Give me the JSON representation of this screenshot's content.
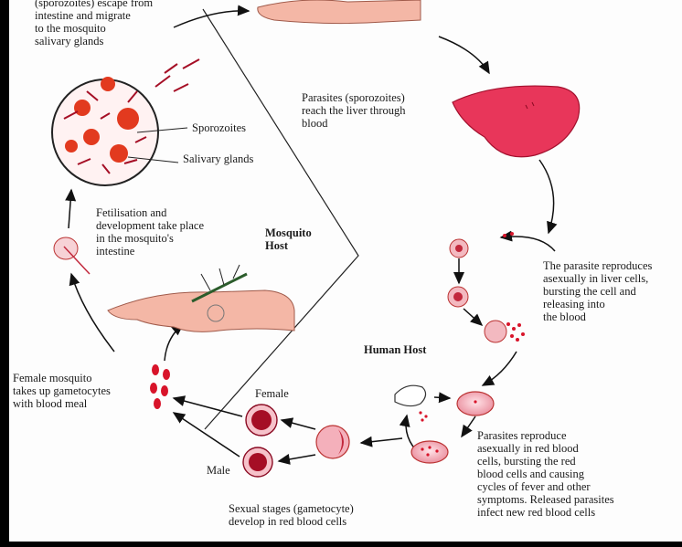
{
  "labels": {
    "top_left": "(sporozoites) escape from\nintestine and migrate\nto the mosquito\nsalivary glands",
    "sporozoites": "Sporozoites",
    "salivary_glands": "Salivary glands",
    "liver": "Parasites (sporozoites)\nreach the liver through\nblood",
    "fertilisation": "Fetilisation and\ndevelopment take place\nin the mosquito's\nintestine",
    "mosquito_host": "Mosquito\nHost",
    "liver_cells": "The parasite reproduces\nasexually in liver cells,\nbursting the cell and\nreleasing into\nthe blood",
    "human_host": "Human Host",
    "female_mosquito": "Female mosquito\ntakes up gametocytes\nwith blood meal",
    "female": "Female",
    "male": "Male",
    "red_blood": "Parasites reproduce\nasexually in red blood\ncells, bursting the red\nblood cells and causing\ncycles of fever and other\nsymptoms. Released parasites\ninfect new red blood cells",
    "sexual_stages": "Sexual stages (gametocyte)\ndevelop in red blood cells"
  },
  "colors": {
    "background": "#fdfdfd",
    "frame": "#000000",
    "blood_red": "#d8142a",
    "liver": "#e8365a",
    "skin": "#f4b7a6",
    "cell_pink": "#f7c4cc"
  }
}
